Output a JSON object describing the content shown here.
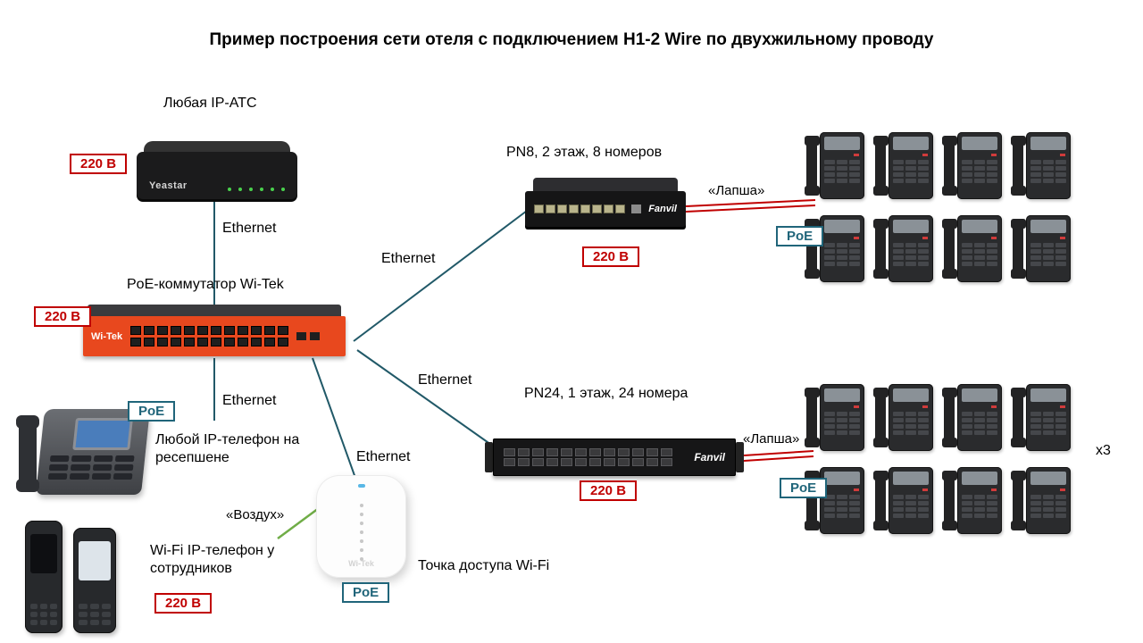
{
  "title": "Пример построения сети отеля с подключением H1-2 Wire по двухжильному проводу",
  "labels": {
    "pbx": "Любая IP-АТС",
    "switch": "PoE-коммутатор Wi-Tek",
    "pn8": "PN8, 2 этаж, 8 номеров",
    "pn24": "PN24, 1 этаж, 24 номера",
    "reception_phone": "Любой IP-телефон на ресепшене",
    "wifi_phone": "Wi-Fi IP-телефон у сотрудников",
    "access_point": "Точка доступа Wi-Fi",
    "ethernet": "Ethernet",
    "lapsha": "«Лапша»",
    "vozduh": "«Воздух»",
    "x3": "x3"
  },
  "badges": {
    "power": "220 В",
    "poe": "PoE"
  },
  "devices": {
    "pbx_brand": "Yeastar",
    "switch_brand": "Wi-Tek",
    "fanvil_brand": "Fanvil",
    "ap_brand": "Wi-Tek"
  },
  "colors": {
    "red": "#c00000",
    "teal": "#20657a",
    "line": "#215968",
    "green": "#70ad47",
    "orange": "#e8481e"
  }
}
